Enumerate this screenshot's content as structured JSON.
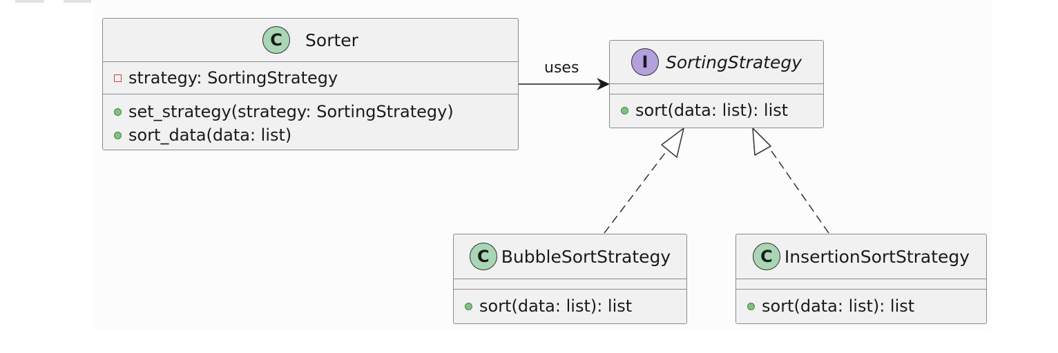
{
  "classes": {
    "sorter": {
      "stereotype": "C",
      "name": "Sorter",
      "attributes": [
        {
          "visibility": "private",
          "text": "strategy: SortingStrategy"
        }
      ],
      "methods": [
        {
          "visibility": "public",
          "text": "set_strategy(strategy: SortingStrategy)"
        },
        {
          "visibility": "public",
          "text": "sort_data(data: list)"
        }
      ]
    },
    "sorting_strategy": {
      "stereotype": "I",
      "name": "SortingStrategy",
      "methods": [
        {
          "visibility": "public",
          "text": "sort(data: list): list"
        }
      ]
    },
    "bubble": {
      "stereotype": "C",
      "name": "BubbleSortStrategy",
      "methods": [
        {
          "visibility": "public",
          "text": "sort(data: list): list"
        }
      ]
    },
    "insertion": {
      "stereotype": "C",
      "name": "InsertionSortStrategy",
      "methods": [
        {
          "visibility": "public",
          "text": "sort(data: list): list"
        }
      ]
    }
  },
  "relations": {
    "uses_label": "uses"
  },
  "colors": {
    "class_badge": "#a9d6b5",
    "interface_badge": "#b3a0dd",
    "box_fill": "#f1f1f1",
    "box_border": "#8a8a8a"
  }
}
